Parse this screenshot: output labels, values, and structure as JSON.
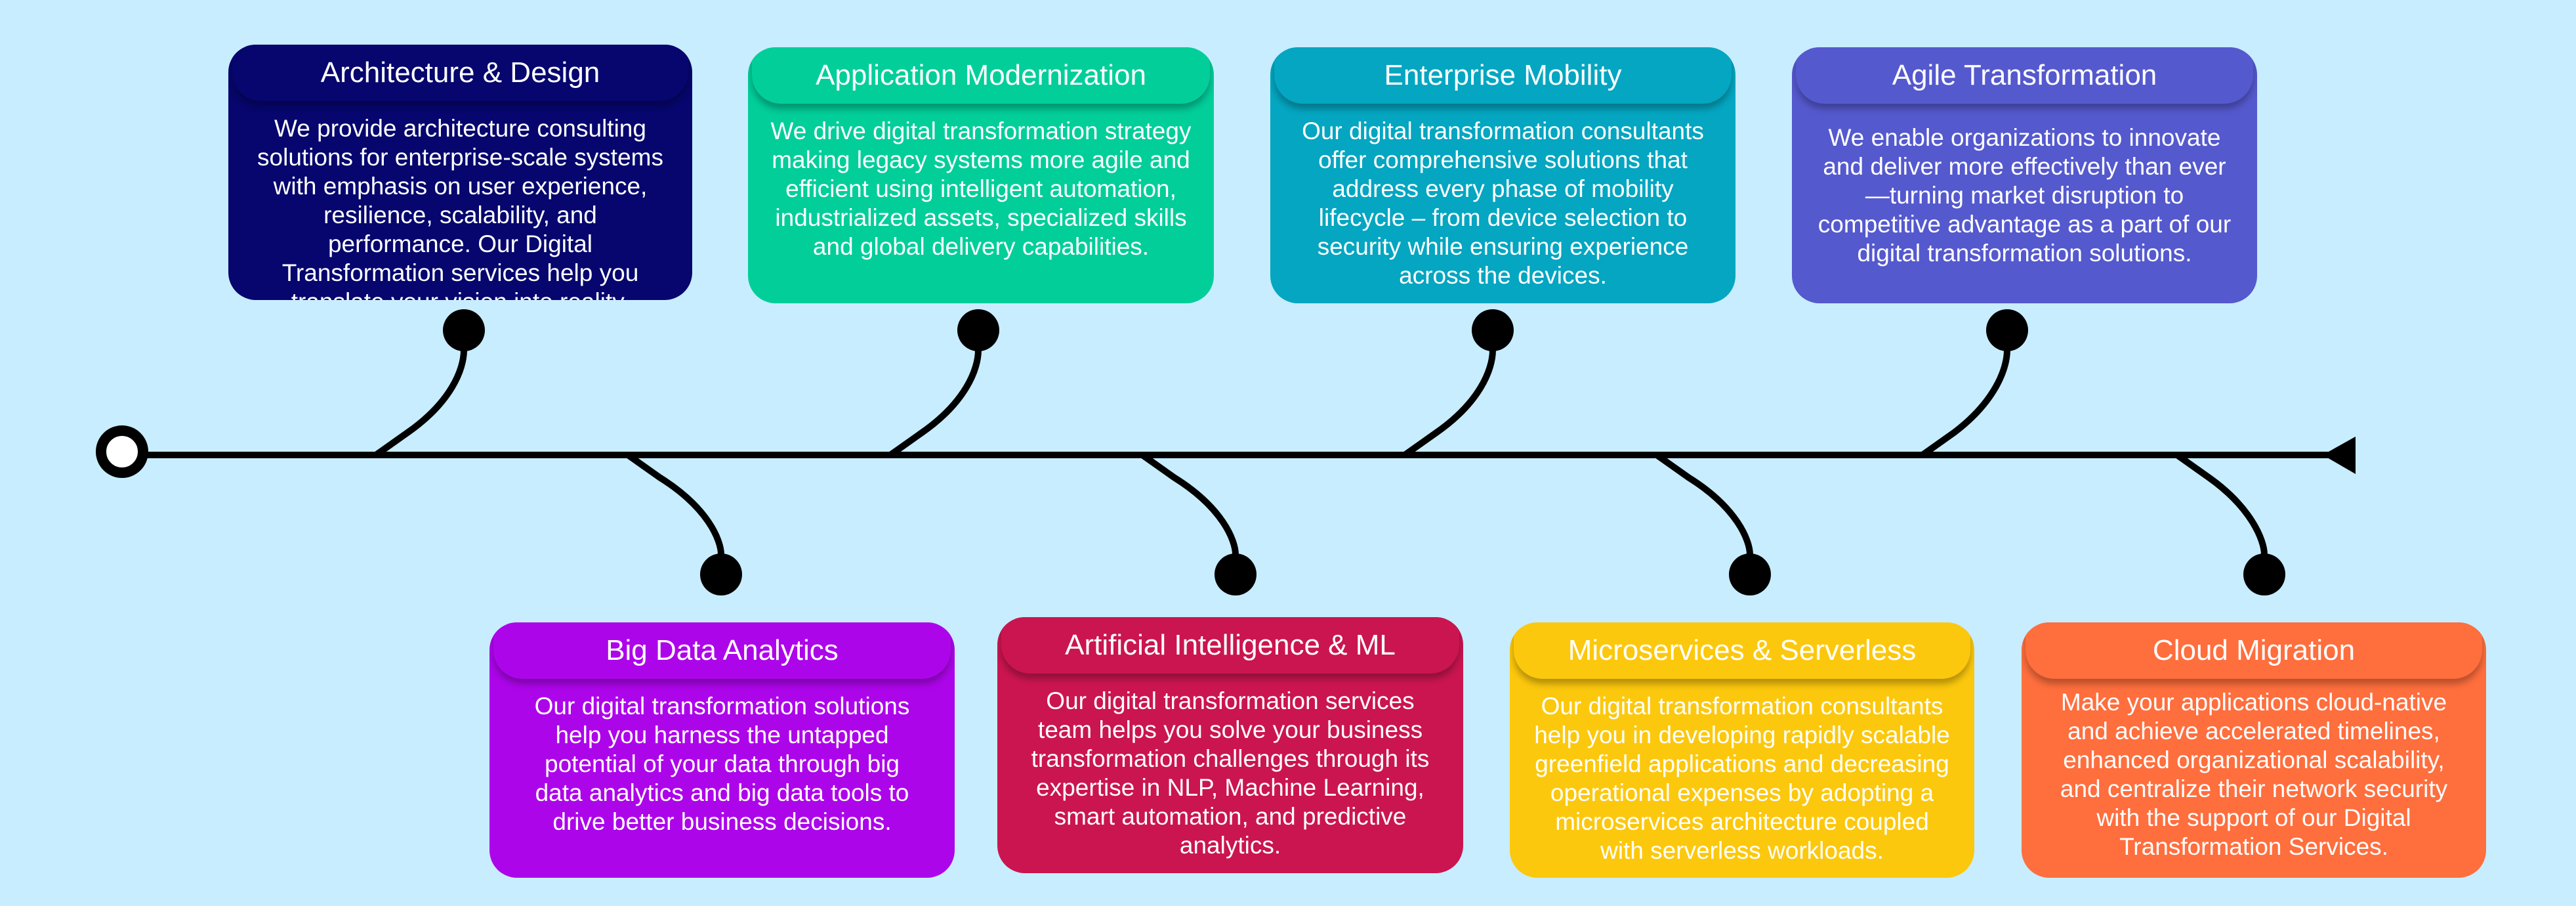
{
  "timeline": {
    "line_color": "#000000",
    "start_marker": "hollow-circle",
    "end_marker": "arrowhead"
  },
  "cards": [
    {
      "title": "Architecture & Design",
      "body": "We provide architecture consulting solutions for enterprise-scale systems with emphasis on user experience, resilience, scalability, and performance. Our Digital Transformation services help you translate your vision into reality.",
      "color": "#06066e",
      "position": "above"
    },
    {
      "title": "Application Modernization",
      "body": "We drive digital transformation strategy making legacy systems more agile and efficient using intelligent automation, industrialized assets, specialized skills and global delivery capabilities.",
      "color": "#02ce9a",
      "position": "above"
    },
    {
      "title": "Enterprise Mobility",
      "body": "Our digital transformation consultants offer comprehensive solutions that address every phase of mobility lifecycle – from device selection to security while ensuring experience across the devices.",
      "color": "#04a6c1",
      "position": "above"
    },
    {
      "title": "Agile Transformation",
      "body": "We enable organizations to innovate and deliver more effectively than ever —turning market disruption to competitive advantage as a part of our digital transformation solutions.",
      "color": "#5559ce",
      "position": "above"
    },
    {
      "title": "Big Data Analytics",
      "body": "Our digital transformation solutions help you harness the untapped potential of your data through big data analytics and big data tools to drive better business decisions.",
      "color": "#ad05ea",
      "position": "below"
    },
    {
      "title": "Artificial Intelligence & ML",
      "body": "Our digital transformation services team helps you solve your business transformation challenges through its expertise in NLP, Machine Learning, smart automation, and predictive analytics.",
      "color": "#ca1550",
      "position": "below"
    },
    {
      "title": "Microservices & Serverless",
      "body": "Our digital transformation consultants help you in developing rapidly scalable greenfield applications and decreasing operational expenses by adopting a microservices architecture coupled with serverless workloads.",
      "color": "#fcc80d",
      "position": "below"
    },
    {
      "title": "Cloud Migration",
      "body": "Make your applications cloud-native and achieve accelerated timelines, enhanced organizational scalability, and centralize their network security with the support of our Digital Transformation Services.",
      "color": "#ff6e3d",
      "position": "below"
    }
  ]
}
